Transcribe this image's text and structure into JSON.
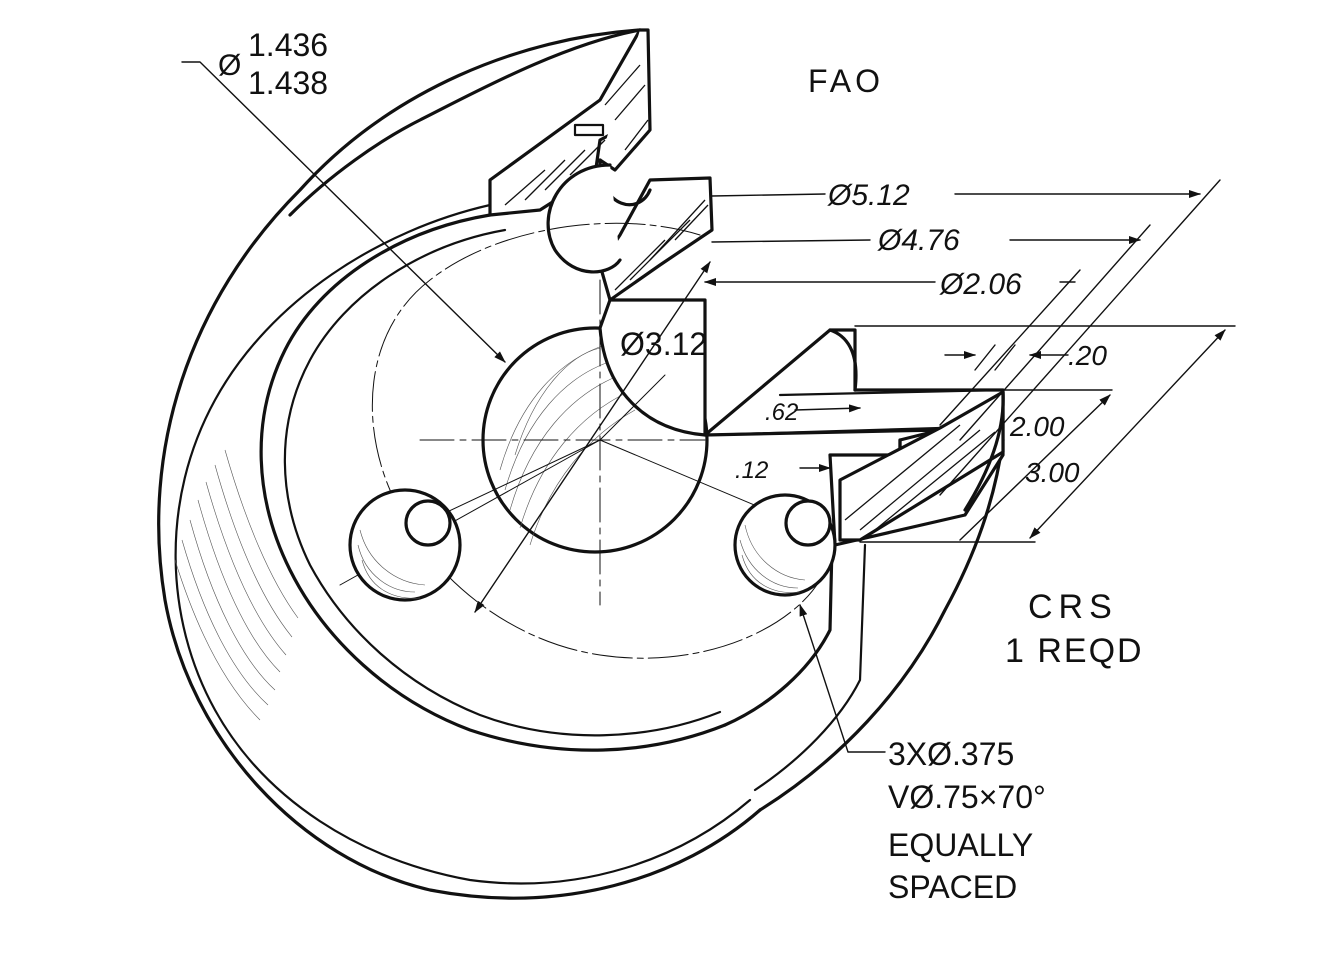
{
  "bore_dim": {
    "symbol": "Ø",
    "upper": "1.436",
    "lower": "1.438"
  },
  "notes": {
    "top_right": "FAO",
    "material": "CRS",
    "quantity": "1 REQD",
    "holes": [
      "3XØ.375",
      "VØ.75×70°",
      "EQUALLY",
      "SPACED"
    ]
  },
  "dimensions": {
    "dia_outer": "Ø5.12",
    "dia_ring": "Ø4.76",
    "dia_step": "Ø2.06",
    "dia_pitch": "Ø3.12",
    "d_062": ".62",
    "d_012": ".12",
    "d_020": ".20",
    "d_200": "2.00",
    "d_300": "3.00"
  }
}
